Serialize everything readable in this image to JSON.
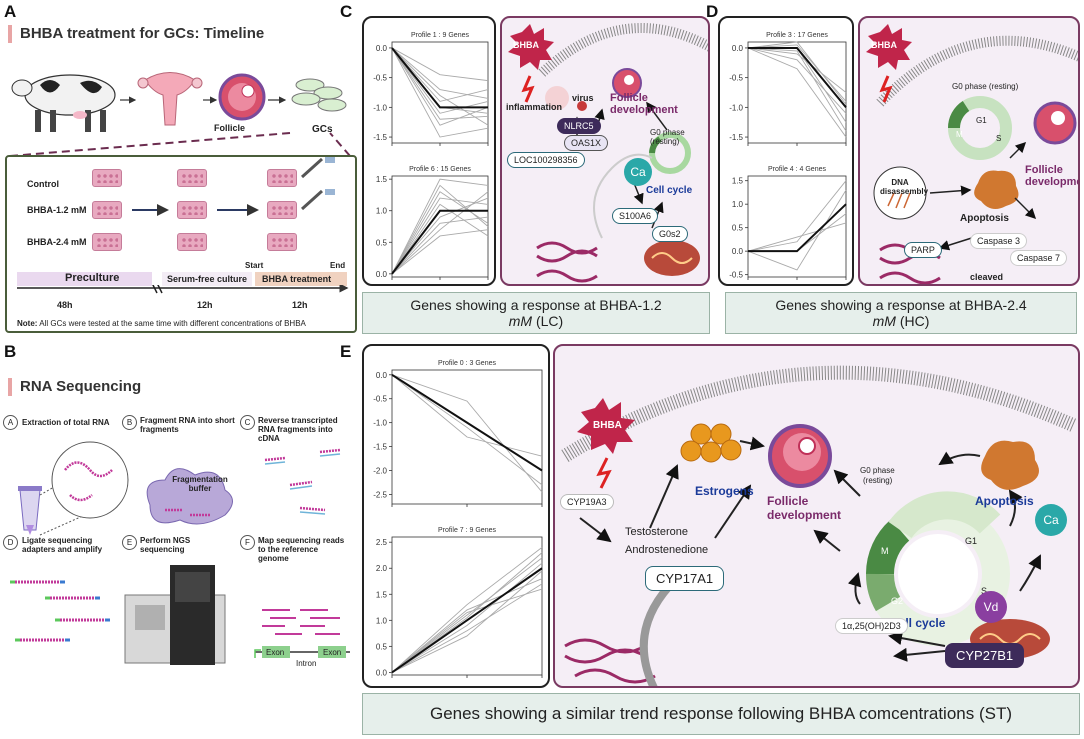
{
  "panelA": {
    "letter": "A",
    "title": "BHBA treatment for GCs: Timeline",
    "follicle": "Follicle",
    "gcs": "GCs",
    "conditions": [
      "Control",
      "BHBA-1.2 mM",
      "BHBA-2.4 mM"
    ],
    "phases": [
      {
        "label": "Preculture",
        "duration": "48h"
      },
      {
        "label": "Serum-free culture",
        "duration": "12h"
      },
      {
        "label": "BHBA treatment",
        "duration": "12h"
      }
    ],
    "start": "Start",
    "end": "End",
    "note_bold": "Note:",
    "note": "All GCs were tested at the same time with different concentrations of BHBA"
  },
  "panelB": {
    "letter": "B",
    "title": "RNA Sequencing",
    "steps": [
      {
        "id": "A",
        "text": "Extraction of total RNA"
      },
      {
        "id": "B",
        "text": "Fragment RNA into short fragments"
      },
      {
        "id": "C",
        "text": "Reverse transcripted RNA fragments into cDNA"
      },
      {
        "id": "D",
        "text": "Ligate sequencing adapters and amplify"
      },
      {
        "id": "E",
        "text": "Perform NGS sequencing"
      },
      {
        "id": "F",
        "text": "Map sequencing reads to the reference genome"
      }
    ],
    "fragmentation_buffer": "Fragmentation buffer",
    "exon1": "Exon",
    "intron": "Intron",
    "exon2": "Exon"
  },
  "panelC": {
    "letter": "C",
    "caption_a": "Genes showing a response at BHBA-1.2",
    "caption_unit": "mM",
    "caption_b": "(LC)",
    "bhba": "BHBA",
    "inflammation": "inflammation",
    "virus": "virus",
    "follicle_dev": "Follicle development",
    "cell_cycle": "Cell cycle",
    "genes": [
      "NLRC5",
      "OAS1X",
      "LOC100298356",
      "S100A6",
      "G0s2"
    ],
    "ca": "Ca",
    "g0_phase": "G0 phase (resting)"
  },
  "panelD": {
    "letter": "D",
    "caption_a": "Genes showing a response at BHBA-2.4",
    "caption_unit": "mM",
    "caption_b": "(HC)",
    "bhba": "BHBA",
    "g0_phase": "G0 phase (resting)",
    "dna_disassembly": "DNA disassembly",
    "follicle_dev": "Follicle development",
    "apoptosis": "Apoptosis",
    "caspase3": "Caspase 3",
    "caspase7": "Caspase 7",
    "parp": "PARP",
    "cleaved": "cleaved",
    "phases": [
      "G1",
      "M",
      "S"
    ]
  },
  "panelE": {
    "letter": "E",
    "caption": "Genes showing a similar trend response following BHBA comcentrations (ST)",
    "bhba": "BHBA",
    "estrogens": "Estrogens",
    "follicle_dev": "Follicle development",
    "cyp19a3": "CYP19A3",
    "testosterone": "Testosterone",
    "androstenedione": "Androstenedione",
    "cyp17a1": "CYP17A1",
    "g0_phase": "G0 phase",
    "resting": "(resting)",
    "cycle_phases": [
      "G1",
      "M",
      "G2",
      "S"
    ],
    "cell_cycle": "Cell cycle",
    "apoptosis": "Apoptosis",
    "ca": "Ca",
    "vd": "Vd",
    "vitd": "1α,25(OH)2D3",
    "cyp27b1": "CYP27B1"
  },
  "chart_data": [
    {
      "type": "line",
      "title": "Profile 1 : 9 Genes",
      "x": [
        0,
        1,
        2
      ],
      "ylim": [
        -1.6,
        0.1
      ],
      "yticks": [
        "0.0",
        "-0.5",
        "-1.0",
        "-1.5"
      ],
      "series": [
        {
          "values": [
            0,
            -1.0,
            -1.0
          ],
          "bold": true
        },
        {
          "values": [
            0,
            -0.45,
            -0.55
          ]
        },
        {
          "values": [
            0,
            -0.7,
            -0.85
          ]
        },
        {
          "values": [
            0,
            -0.9,
            -0.7
          ]
        },
        {
          "values": [
            0,
            -1.0,
            -1.1
          ]
        },
        {
          "values": [
            0,
            -1.2,
            -1.15
          ]
        },
        {
          "values": [
            0,
            -0.8,
            -1.3
          ]
        },
        {
          "values": [
            0,
            -1.1,
            -0.9
          ]
        },
        {
          "values": [
            0,
            -1.5,
            -1.35
          ]
        },
        {
          "values": [
            0,
            -1.3,
            -1.0
          ]
        }
      ]
    },
    {
      "type": "line",
      "title": "Profile 6 : 15 Genes",
      "x": [
        0,
        1,
        2
      ],
      "ylim": [
        -0.05,
        1.55
      ],
      "yticks": [
        "1.5",
        "1.0",
        "0.5",
        "0.0"
      ],
      "series": [
        {
          "values": [
            0,
            1.0,
            1.0
          ],
          "bold": true
        },
        {
          "values": [
            0,
            1.5,
            1.4
          ]
        },
        {
          "values": [
            0,
            1.3,
            0.8
          ]
        },
        {
          "values": [
            0,
            0.6,
            0.7
          ]
        },
        {
          "values": [
            0,
            0.9,
            1.2
          ]
        },
        {
          "values": [
            0,
            1.1,
            0.6
          ]
        },
        {
          "values": [
            0,
            0.7,
            1.3
          ]
        },
        {
          "values": [
            0,
            1.2,
            1.1
          ]
        },
        {
          "values": [
            0,
            0.8,
            0.9
          ]
        },
        {
          "values": [
            0,
            1.4,
            0.75
          ]
        }
      ]
    },
    {
      "type": "line",
      "title": "Profile 3 : 17 Genes",
      "x": [
        0,
        1,
        2
      ],
      "ylim": [
        -1.6,
        0.1
      ],
      "yticks": [
        "0.0",
        "-0.5",
        "-1.0",
        "-1.5"
      ],
      "series": [
        {
          "values": [
            0,
            0,
            -1.0
          ],
          "bold": true
        },
        {
          "values": [
            0,
            -0.1,
            -0.75
          ]
        },
        {
          "values": [
            0,
            0.05,
            -0.9
          ]
        },
        {
          "values": [
            0,
            -0.2,
            -1.1
          ]
        },
        {
          "values": [
            0,
            0.0,
            -1.25
          ]
        },
        {
          "values": [
            0,
            -0.35,
            -1.5
          ]
        },
        {
          "values": [
            0,
            0.1,
            -0.95
          ]
        },
        {
          "values": [
            0,
            -0.05,
            -1.4
          ]
        }
      ]
    },
    {
      "type": "line",
      "title": "Profile 4 : 4 Genes",
      "x": [
        0,
        1,
        2
      ],
      "ylim": [
        -0.55,
        1.6
      ],
      "yticks": [
        "1.5",
        "1.0",
        "0.5",
        "0.0",
        "-0.5"
      ],
      "series": [
        {
          "values": [
            0,
            0,
            1.0
          ],
          "bold": true
        },
        {
          "values": [
            0,
            -0.4,
            1.3
          ]
        },
        {
          "values": [
            0,
            0.3,
            0.6
          ]
        },
        {
          "values": [
            0,
            0.2,
            1.5
          ]
        },
        {
          "values": [
            0,
            0.0,
            0.8
          ]
        }
      ]
    },
    {
      "type": "line",
      "title": "Profile 0 : 3 Genes",
      "x": [
        0,
        1,
        2
      ],
      "ylim": [
        -2.7,
        0.1
      ],
      "yticks": [
        "0.0",
        "-0.5",
        "-1.0",
        "-1.5",
        "-2.0",
        "-2.5"
      ],
      "series": [
        {
          "values": [
            0,
            -1.0,
            -2.0
          ],
          "bold": true
        },
        {
          "values": [
            0,
            -0.55,
            -2.45
          ]
        },
        {
          "values": [
            0,
            -1.3,
            -1.7
          ]
        },
        {
          "values": [
            0,
            -1.1,
            -2.3
          ]
        }
      ]
    },
    {
      "type": "line",
      "title": "Profile 7 : 9 Genes",
      "x": [
        0,
        1,
        2
      ],
      "ylim": [
        -0.05,
        2.6
      ],
      "yticks": [
        "2.5",
        "2.0",
        "1.5",
        "1.0",
        "0.5",
        "0.0"
      ],
      "series": [
        {
          "values": [
            0,
            1.0,
            2.0
          ],
          "bold": true
        },
        {
          "values": [
            0,
            1.3,
            2.4
          ]
        },
        {
          "values": [
            0,
            0.8,
            1.7
          ]
        },
        {
          "values": [
            0,
            1.1,
            2.2
          ]
        },
        {
          "values": [
            0,
            0.9,
            2.1
          ]
        },
        {
          "values": [
            0,
            1.2,
            1.8
          ]
        },
        {
          "values": [
            0,
            0.7,
            1.95
          ]
        },
        {
          "values": [
            0,
            1.05,
            2.3
          ]
        },
        {
          "values": [
            0,
            1.15,
            1.6
          ]
        }
      ]
    }
  ]
}
